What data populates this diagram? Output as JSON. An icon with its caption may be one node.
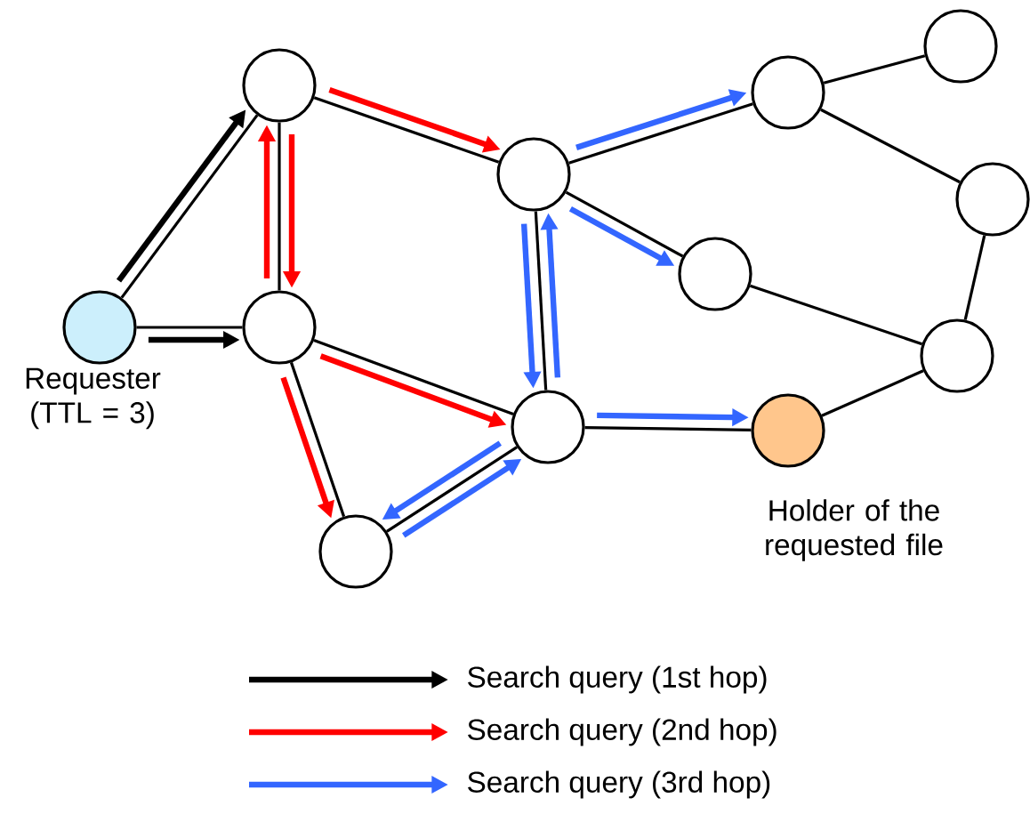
{
  "diagram": {
    "nodes": [
      {
        "text": [],
        "shape": "circle",
        "beside": [
          "Requester (TTL = 3)"
        ]
      },
      {
        "text": [],
        "shape": "circle"
      },
      {
        "text": [],
        "shape": "circle"
      },
      {
        "text": [],
        "shape": "circle"
      },
      {
        "text": [],
        "shape": "circle"
      },
      {
        "text": [],
        "shape": "circle"
      },
      {
        "text": [],
        "shape": "circle"
      },
      {
        "text": [],
        "shape": "circle"
      },
      {
        "text": [],
        "shape": "circle"
      },
      {
        "text": [],
        "shape": "circle"
      },
      {
        "text": [],
        "shape": "circle"
      },
      {
        "text": [],
        "shape": "circle",
        "beside": [
          "Holder of the requested file"
        ]
      }
    ],
    "edges": [
      {
        "from": 0,
        "to": 1,
        "arrow": "none"
      },
      {
        "from": 0,
        "to": 2,
        "arrow": "none"
      },
      {
        "from": 1,
        "to": 2,
        "arrow": "none"
      },
      {
        "from": 1,
        "to": 3,
        "arrow": "none"
      },
      {
        "from": 2,
        "to": 4,
        "arrow": "none"
      },
      {
        "from": 2,
        "to": 5,
        "arrow": "none"
      },
      {
        "from": 3,
        "to": 6,
        "arrow": "none"
      },
      {
        "from": 3,
        "to": 7,
        "arrow": "none"
      },
      {
        "from": 3,
        "to": 4,
        "arrow": "none"
      },
      {
        "from": 4,
        "to": 5,
        "arrow": "none"
      },
      {
        "from": 4,
        "to": 11,
        "arrow": "none"
      },
      {
        "from": 6,
        "to": 8,
        "arrow": "none"
      },
      {
        "from": 6,
        "to": 9,
        "arrow": "none"
      },
      {
        "from": 9,
        "to": 10,
        "arrow": "none"
      },
      {
        "from": 7,
        "to": 10,
        "arrow": "none"
      },
      {
        "from": 10,
        "to": 11,
        "arrow": "none"
      },
      {
        "from": 0,
        "to": 1,
        "arrow": "to",
        "style": "thick"
      },
      {
        "from": 0,
        "to": 2,
        "arrow": "to",
        "style": "thick"
      },
      {
        "from": 1,
        "to": 2,
        "arrow": "to",
        "style": "thick",
        "color": "#ff0000"
      },
      {
        "from": 2,
        "to": 1,
        "arrow": "to",
        "style": "thick",
        "color": "#ff0000"
      },
      {
        "from": 1,
        "to": 3,
        "arrow": "to",
        "style": "thick",
        "color": "#ff0000"
      },
      {
        "from": 2,
        "to": 4,
        "arrow": "to",
        "style": "thick",
        "color": "#ff0000"
      },
      {
        "from": 2,
        "to": 5,
        "arrow": "to",
        "style": "thick",
        "color": "#ff0000"
      },
      {
        "from": 3,
        "to": 6,
        "arrow": "to",
        "style": "thick",
        "color": "#3366ff"
      },
      {
        "from": 3,
        "to": 7,
        "arrow": "to",
        "style": "thick",
        "color": "#3366ff"
      },
      {
        "from": 3,
        "to": 4,
        "arrow": "to",
        "style": "thick",
        "color": "#3366ff"
      },
      {
        "from": 4,
        "to": 3,
        "arrow": "to",
        "style": "thick",
        "color": "#3366ff"
      },
      {
        "from": 4,
        "to": 11,
        "arrow": "to",
        "style": "thick",
        "color": "#3366ff"
      },
      {
        "from": 4,
        "to": 5,
        "arrow": "to",
        "style": "thick",
        "color": "#3366ff"
      },
      {
        "from": 5,
        "to": 4,
        "arrow": "to",
        "style": "thick",
        "color": "#3366ff"
      }
    ],
    "legend": [
      {
        "text": "Search query (1st hop)"
      },
      {
        "text": "Search query (2nd hop)"
      },
      {
        "text": "Search query (3rd hop)"
      }
    ]
  }
}
